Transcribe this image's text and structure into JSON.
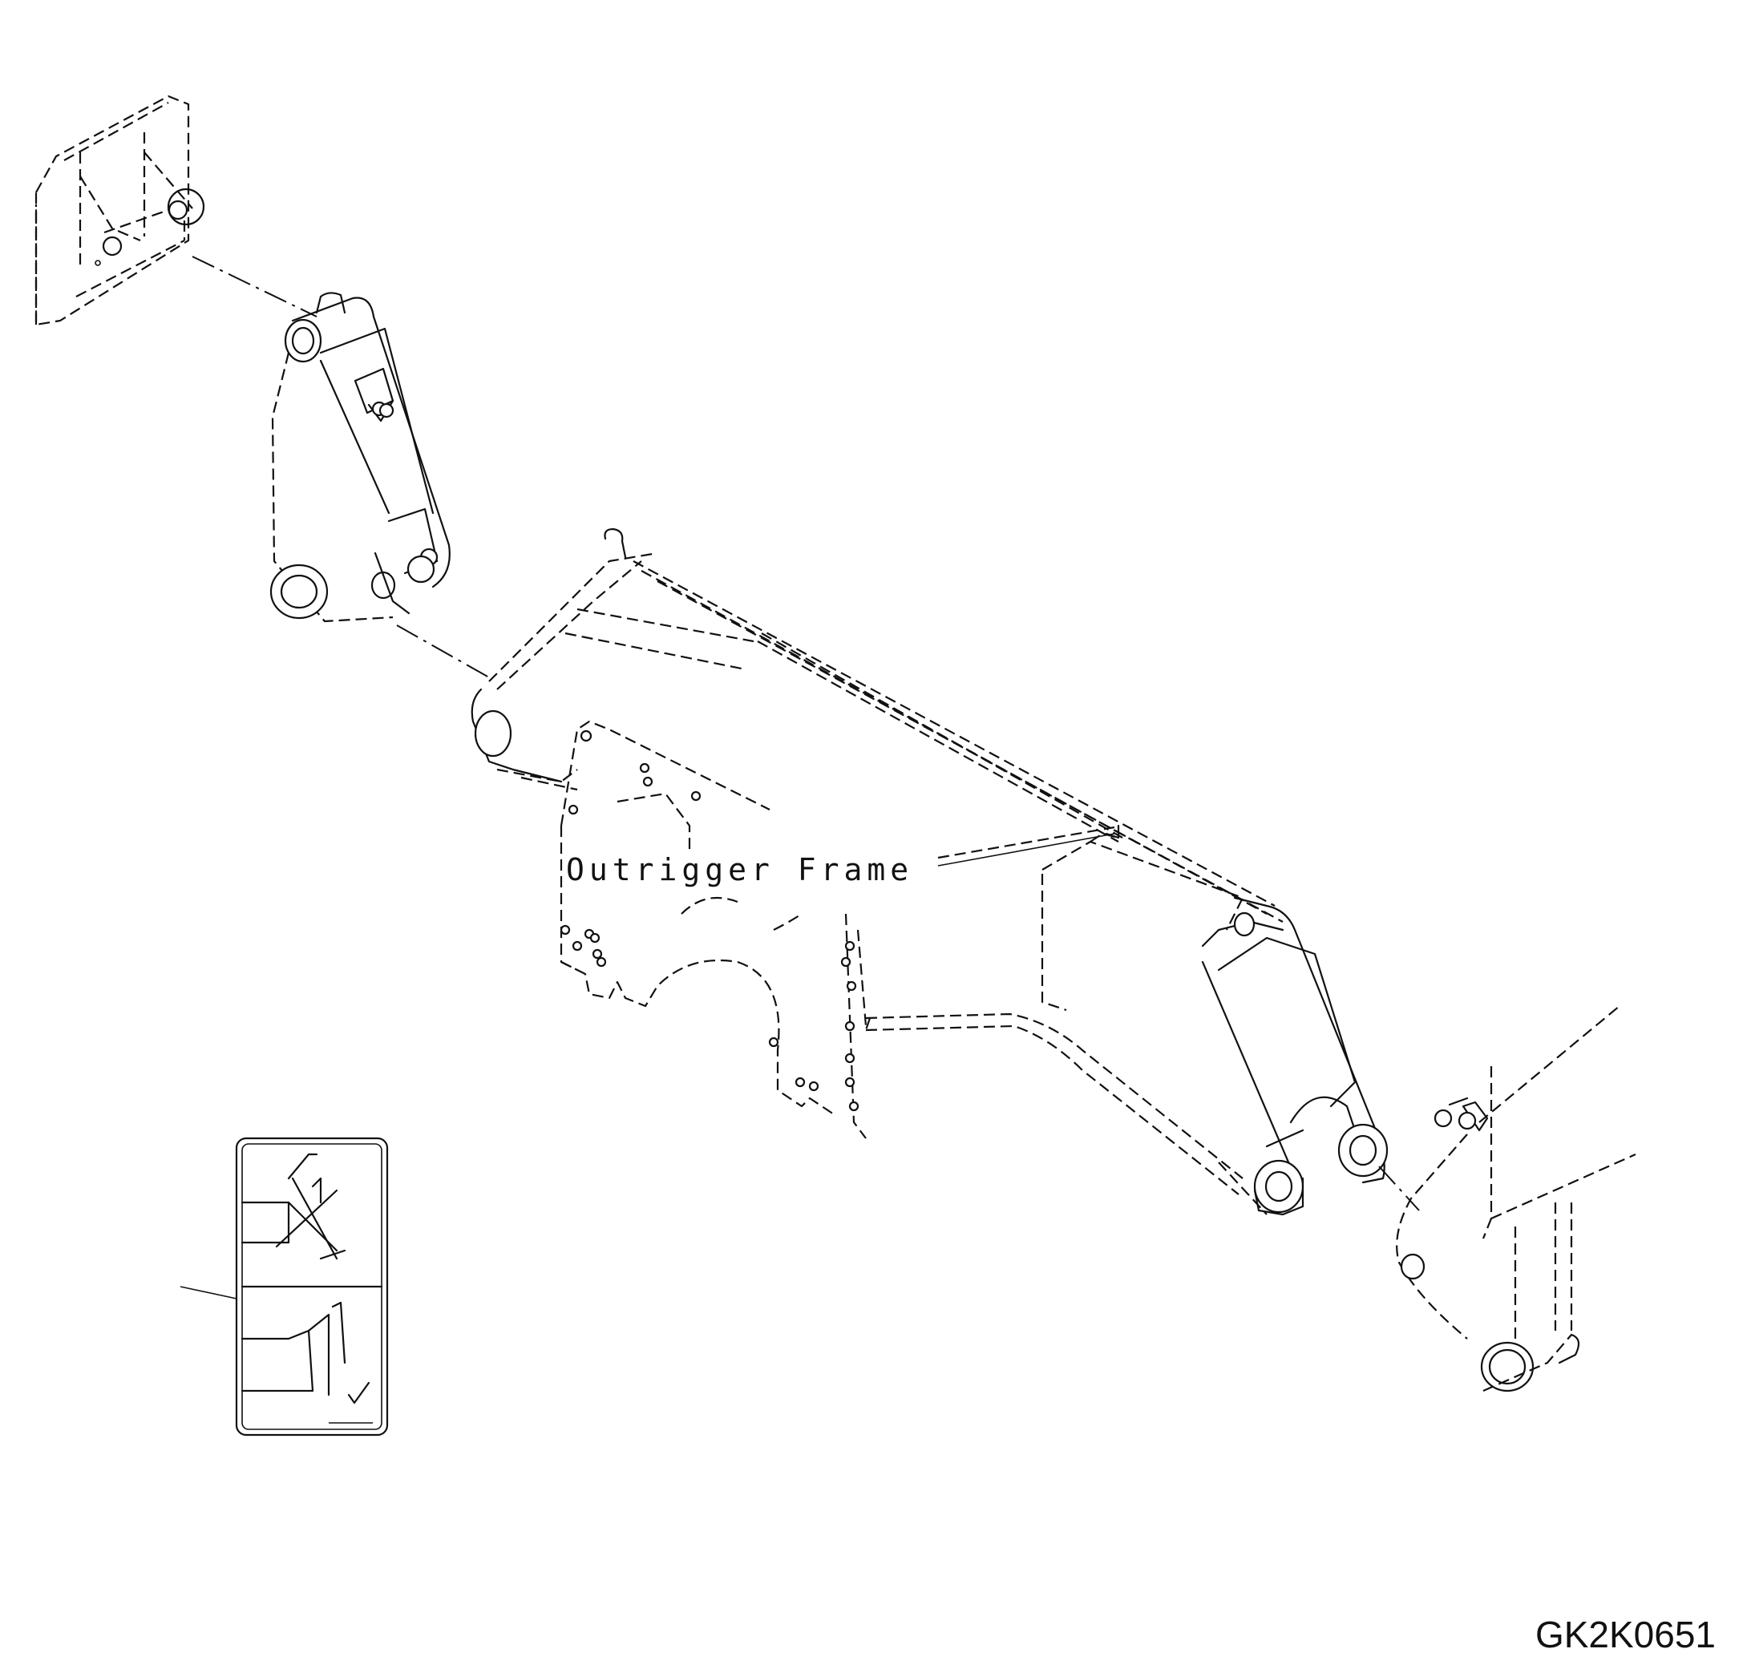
{
  "diagram": {
    "label": "Outrigger Frame",
    "drawing_code": "GK2K0651",
    "parts": [
      {
        "name": "side-plate-upper-left"
      },
      {
        "name": "link-arm"
      },
      {
        "name": "outrigger-frame"
      },
      {
        "name": "end-bracket-right"
      },
      {
        "name": "warning-decal"
      }
    ]
  }
}
